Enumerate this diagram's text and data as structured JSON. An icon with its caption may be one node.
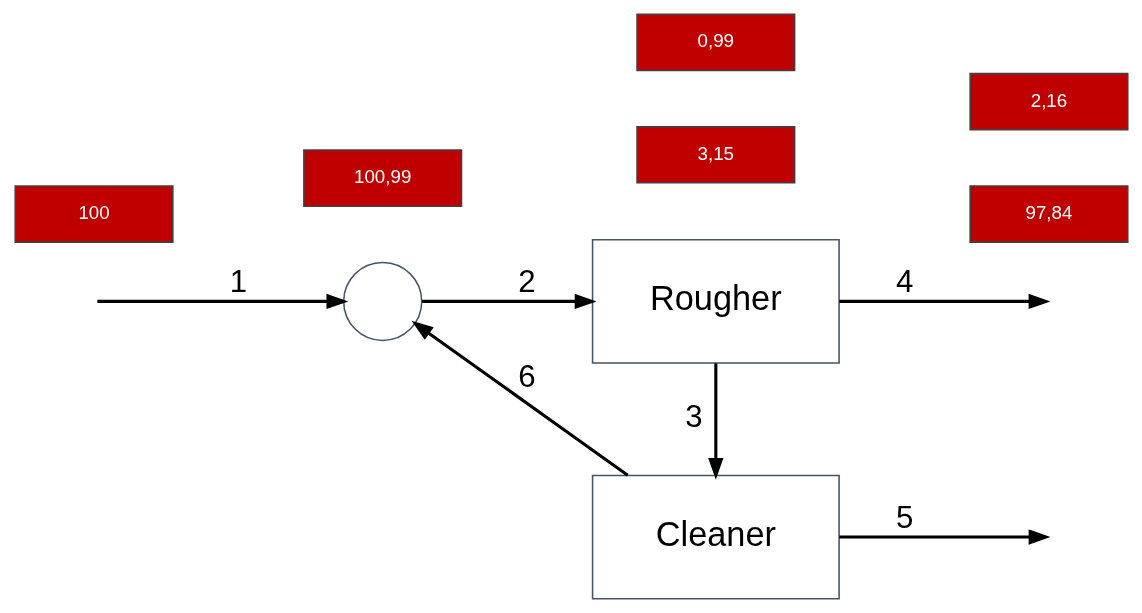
{
  "diagram": {
    "nodes": [
      {
        "text": [],
        "shape": "circle"
      },
      {
        "text": [
          "Rougher"
        ]
      },
      {
        "text": [
          "100"
        ]
      },
      {
        "text": [
          "100,99"
        ]
      },
      {
        "text": [
          "97,84"
        ]
      },
      {
        "text": [
          "3,15"
        ]
      },
      {
        "text": [
          "Cleaner"
        ]
      },
      {
        "text": [
          "0,99"
        ]
      },
      {
        "text": [
          "2,16"
        ]
      }
    ],
    "edges": [
      {
        "from": null,
        "to": 0,
        "arrow": "to",
        "label": "1"
      },
      {
        "from": 0,
        "to": 1,
        "arrow": "to",
        "label": "2"
      },
      {
        "from": 1,
        "to": null,
        "arrow": "to",
        "label": "4"
      },
      {
        "from": 1,
        "to": 6,
        "arrow": "to",
        "label": "3"
      },
      {
        "from": 6,
        "to": 0,
        "arrow": "to",
        "label": "6"
      },
      {
        "from": 6,
        "to": null,
        "arrow": "to",
        "label": "5"
      }
    ]
  }
}
